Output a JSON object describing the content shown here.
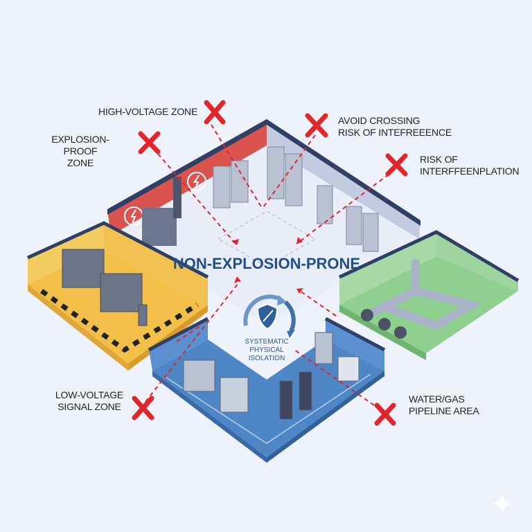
{
  "center": {
    "title": "NON-EXPLOSION-PRONE",
    "isolation_lines": [
      "SYSTEMATIC",
      "PHYSICAL",
      "ISOLATION"
    ]
  },
  "labels": {
    "high_voltage": [
      "HIGH-VOLTAGE ZONE"
    ],
    "explosion_proof": [
      "EXPLOSION-PROOF",
      "ZONE"
    ],
    "avoid_crossing": [
      "AVOID CROSSING",
      "RISK OF INTEFREEENCE"
    ],
    "risk_interference": [
      "RISK OF",
      "INTERFFEENPLATION"
    ],
    "low_voltage": [
      "LOW-VOLTAGE",
      "SIGNAL ZONE"
    ],
    "water_gas": [
      "WATER/GAS",
      "PIPELINE AREA"
    ]
  },
  "colors": {
    "background": "#eef2fa",
    "accent_red": "#e0262b",
    "title_blue": "#1f4f8f",
    "zone_red": "#d9534f",
    "zone_yellow": "#f2bf48",
    "zone_green": "#8fcf8f",
    "zone_blue": "#4f86c6"
  }
}
